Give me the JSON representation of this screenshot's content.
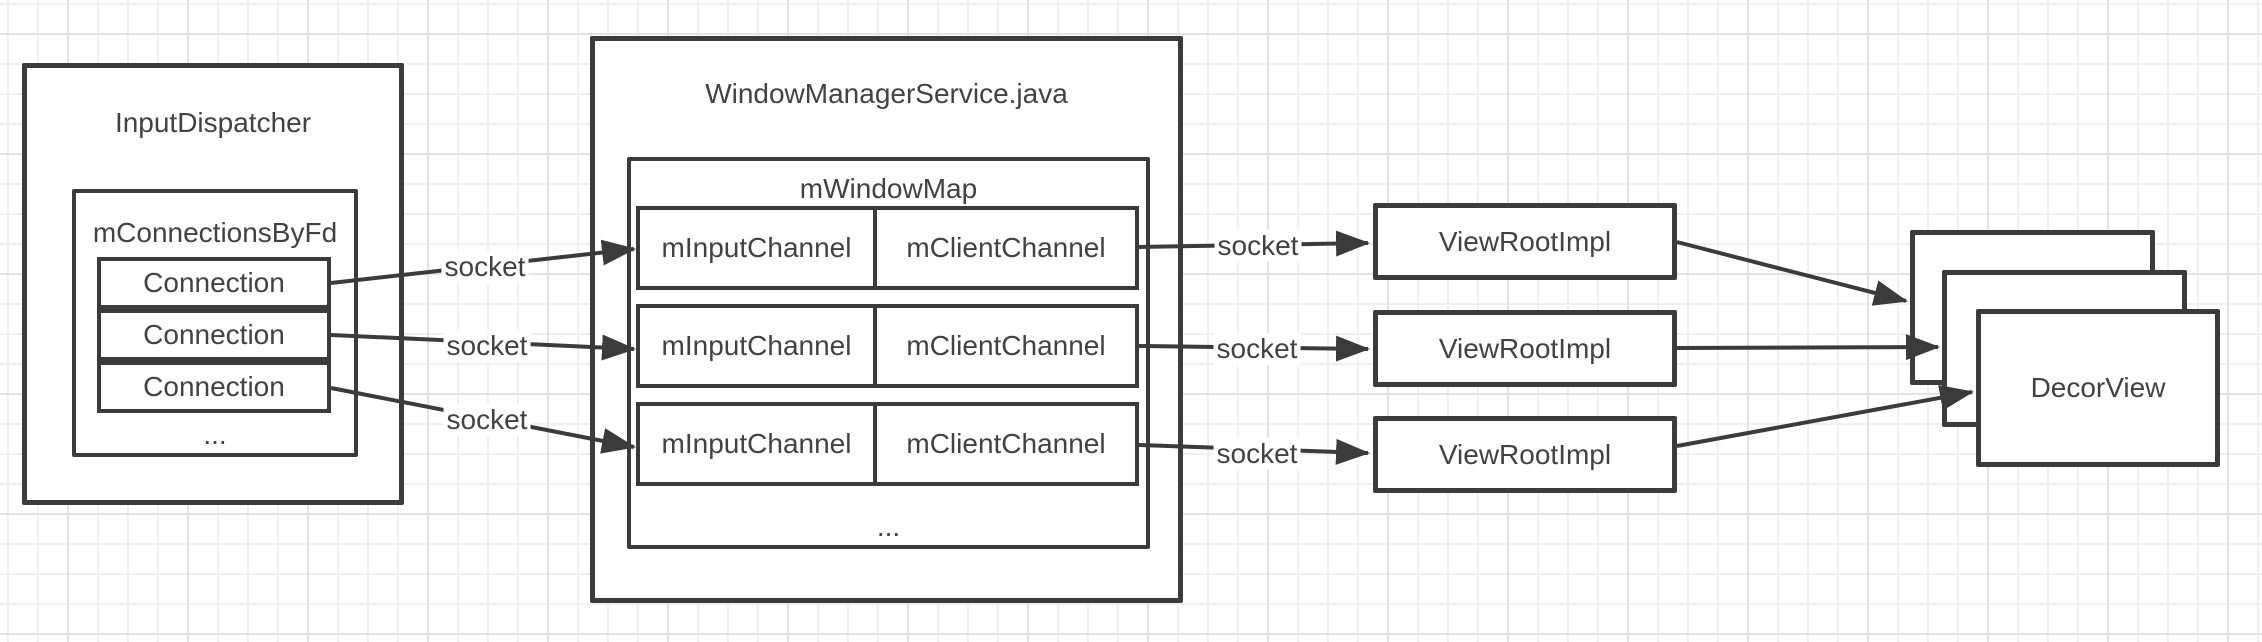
{
  "diagram": {
    "input_dispatcher": {
      "title": "InputDispatcher",
      "connections_map": {
        "title": "mConnectionsByFd",
        "rows": [
          "Connection",
          "Connection",
          "Connection"
        ],
        "ellipsis": "..."
      }
    },
    "wms": {
      "title": "WindowManagerService.java",
      "window_map": {
        "title": "mWindowMap",
        "rows": [
          {
            "left": "mInputChannel",
            "right": "mClientChannel"
          },
          {
            "left": "mInputChannel",
            "right": "mClientChannel"
          },
          {
            "left": "mInputChannel",
            "right": "mClientChannel"
          }
        ],
        "ellipsis": "..."
      }
    },
    "view_roots": [
      {
        "label": "ViewRootImpl"
      },
      {
        "label": "ViewRootImpl"
      },
      {
        "label": "ViewRootImpl"
      }
    ],
    "decor_view": {
      "label": "DecorView"
    },
    "socket_labels": [
      "socket",
      "socket",
      "socket",
      "socket",
      "socket",
      "socket"
    ],
    "colors": {
      "stroke": "#3b3b3b",
      "text": "#424242",
      "background": "#ffffff",
      "grid_minor": "#f0f0f0",
      "grid_major": "#e3e3e3"
    }
  }
}
